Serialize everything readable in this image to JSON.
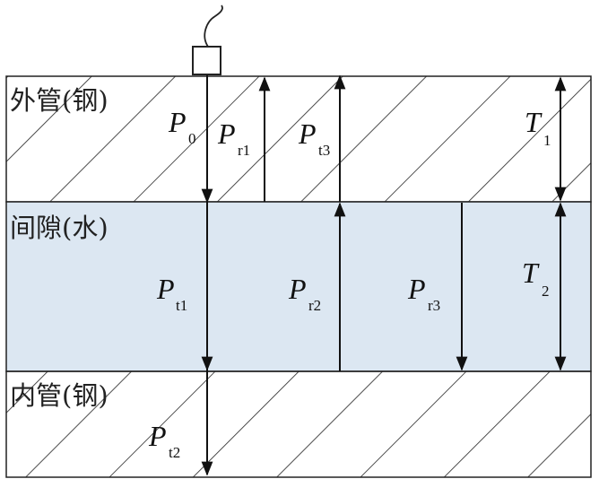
{
  "layers": {
    "outer_pipe": "外管(钢)",
    "gap": "间隙(水)",
    "inner_pipe": "内管(钢)"
  },
  "waves": {
    "P0": {
      "sym": "P",
      "sub": "0"
    },
    "Pr1": {
      "sym": "P",
      "sub": "r1"
    },
    "Pt3": {
      "sym": "P",
      "sub": "t3"
    },
    "Pt1": {
      "sym": "P",
      "sub": "t1"
    },
    "Pr2": {
      "sym": "P",
      "sub": "r2"
    },
    "Pr3": {
      "sym": "P",
      "sub": "r3"
    },
    "Pt2": {
      "sym": "P",
      "sub": "t2"
    }
  },
  "thickness": {
    "T1": {
      "sym": "T",
      "sub": "1"
    },
    "T2": {
      "sym": "T",
      "sub": "2"
    }
  },
  "colors": {
    "water": "#dce7f2",
    "steel": "#ffffff",
    "line": "#222222"
  }
}
